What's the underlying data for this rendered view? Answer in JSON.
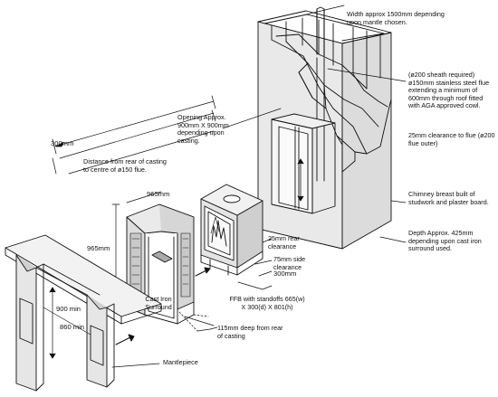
{
  "labels": {
    "width_note": "Width approx 1500mm depending upon mantle chosen.",
    "sheath_note": "(ø200 sheath required) ø150mm stainless steel flue extending a minimum of 600mm through roof fitted with AGA approved cowl.",
    "clearance_flue_note": "25mm clearance to flue (ø200 flue outer)",
    "opening_note": "Opening Approx. 900mm X 900mm depending upon casting.",
    "chimney_note": "Chimney breast built of studwork and plaster board.",
    "depth_note": "Depth Approx. 425mm depending upon cast iron surround used.",
    "distance_note": "Distance from rear of casting to centre of ø150 flue.",
    "rear_clearance": "25mm rear clearance",
    "side_clearance": "75mm side clearance",
    "ffb_note": "FFB with standoffs 665(w) X 300(d) X 801(h)",
    "surround_label": "Cast Iron Surround",
    "deep_note": "115mm deep from rear of casting",
    "mantle_label": "Mantlepiece"
  },
  "dimensions": {
    "d300_top": "300mm",
    "d965_w": "965mm",
    "d965_h": "965mm",
    "d900": "900 min",
    "d860": "860 min",
    "d300_stove": "300mm"
  }
}
